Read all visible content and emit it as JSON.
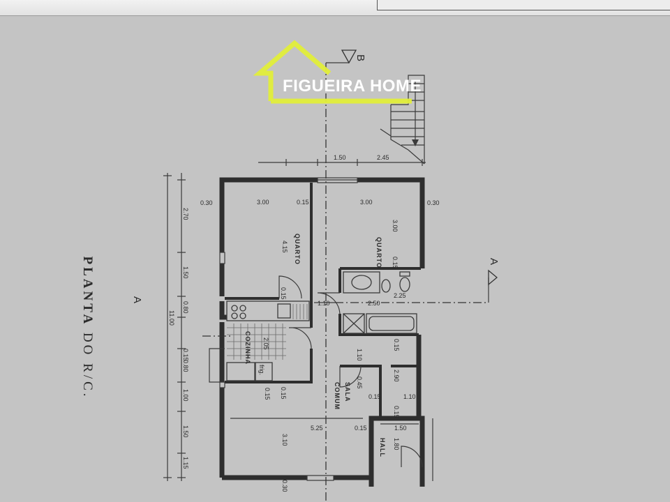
{
  "title": {
    "word1": "PLANTA",
    "word2": "DO",
    "word3": "R/C."
  },
  "watermark": {
    "text": "FIGUEIRA HOME",
    "color": "#e2ee3a"
  },
  "section_markers": {
    "b": "B",
    "a_right": "A",
    "a_left": "A"
  },
  "rooms": {
    "quarto_1": "QUARTO",
    "quarto_2": "QUARTO",
    "cozinha": "COZINHA",
    "sala_1": "SALA",
    "sala_2": "COMUM",
    "hall": "HALL",
    "frig": "frig."
  },
  "dimensions": {
    "d_150_top": "1.50",
    "d_245_top": "2.45",
    "d_030_left": "0.30",
    "d_030_right": "0.30",
    "d_030_bottom": "0.30",
    "d_300_q1": "3.00",
    "d_015_q1": "0.15",
    "d_415": "4.15",
    "d_300_q2": "3.00",
    "d_015_q2": "0.15",
    "d_015_door": "0.15",
    "d_110": "1.10",
    "d_250": "2.50",
    "d_225": "2.25",
    "d_205": "2.05",
    "d_015_kit": "0.15",
    "d_015_bath": "0.15",
    "d_110_v": "1.10",
    "d_290": "2.90",
    "d_045": "0.45",
    "d_015_sala_a": "0.15",
    "d_110_sala": "1.10",
    "d_015_sala_b": "0.15",
    "d_525": "5.25",
    "d_015_sala_c": "0.15",
    "d_150_hall": "1.50",
    "d_310": "3.10",
    "d_180": "1.80",
    "d_015_left": "0.15",
    "s_270": "2.70",
    "s_150_a": "1.50",
    "s_080_a": "0.80",
    "s_1100": "11.00",
    "s_015": "0.15",
    "s_080_b": "0.80",
    "s_100": "1.00",
    "s_150_b": "1.50",
    "s_115": "1.15",
    "d_300_small": "3.00"
  }
}
